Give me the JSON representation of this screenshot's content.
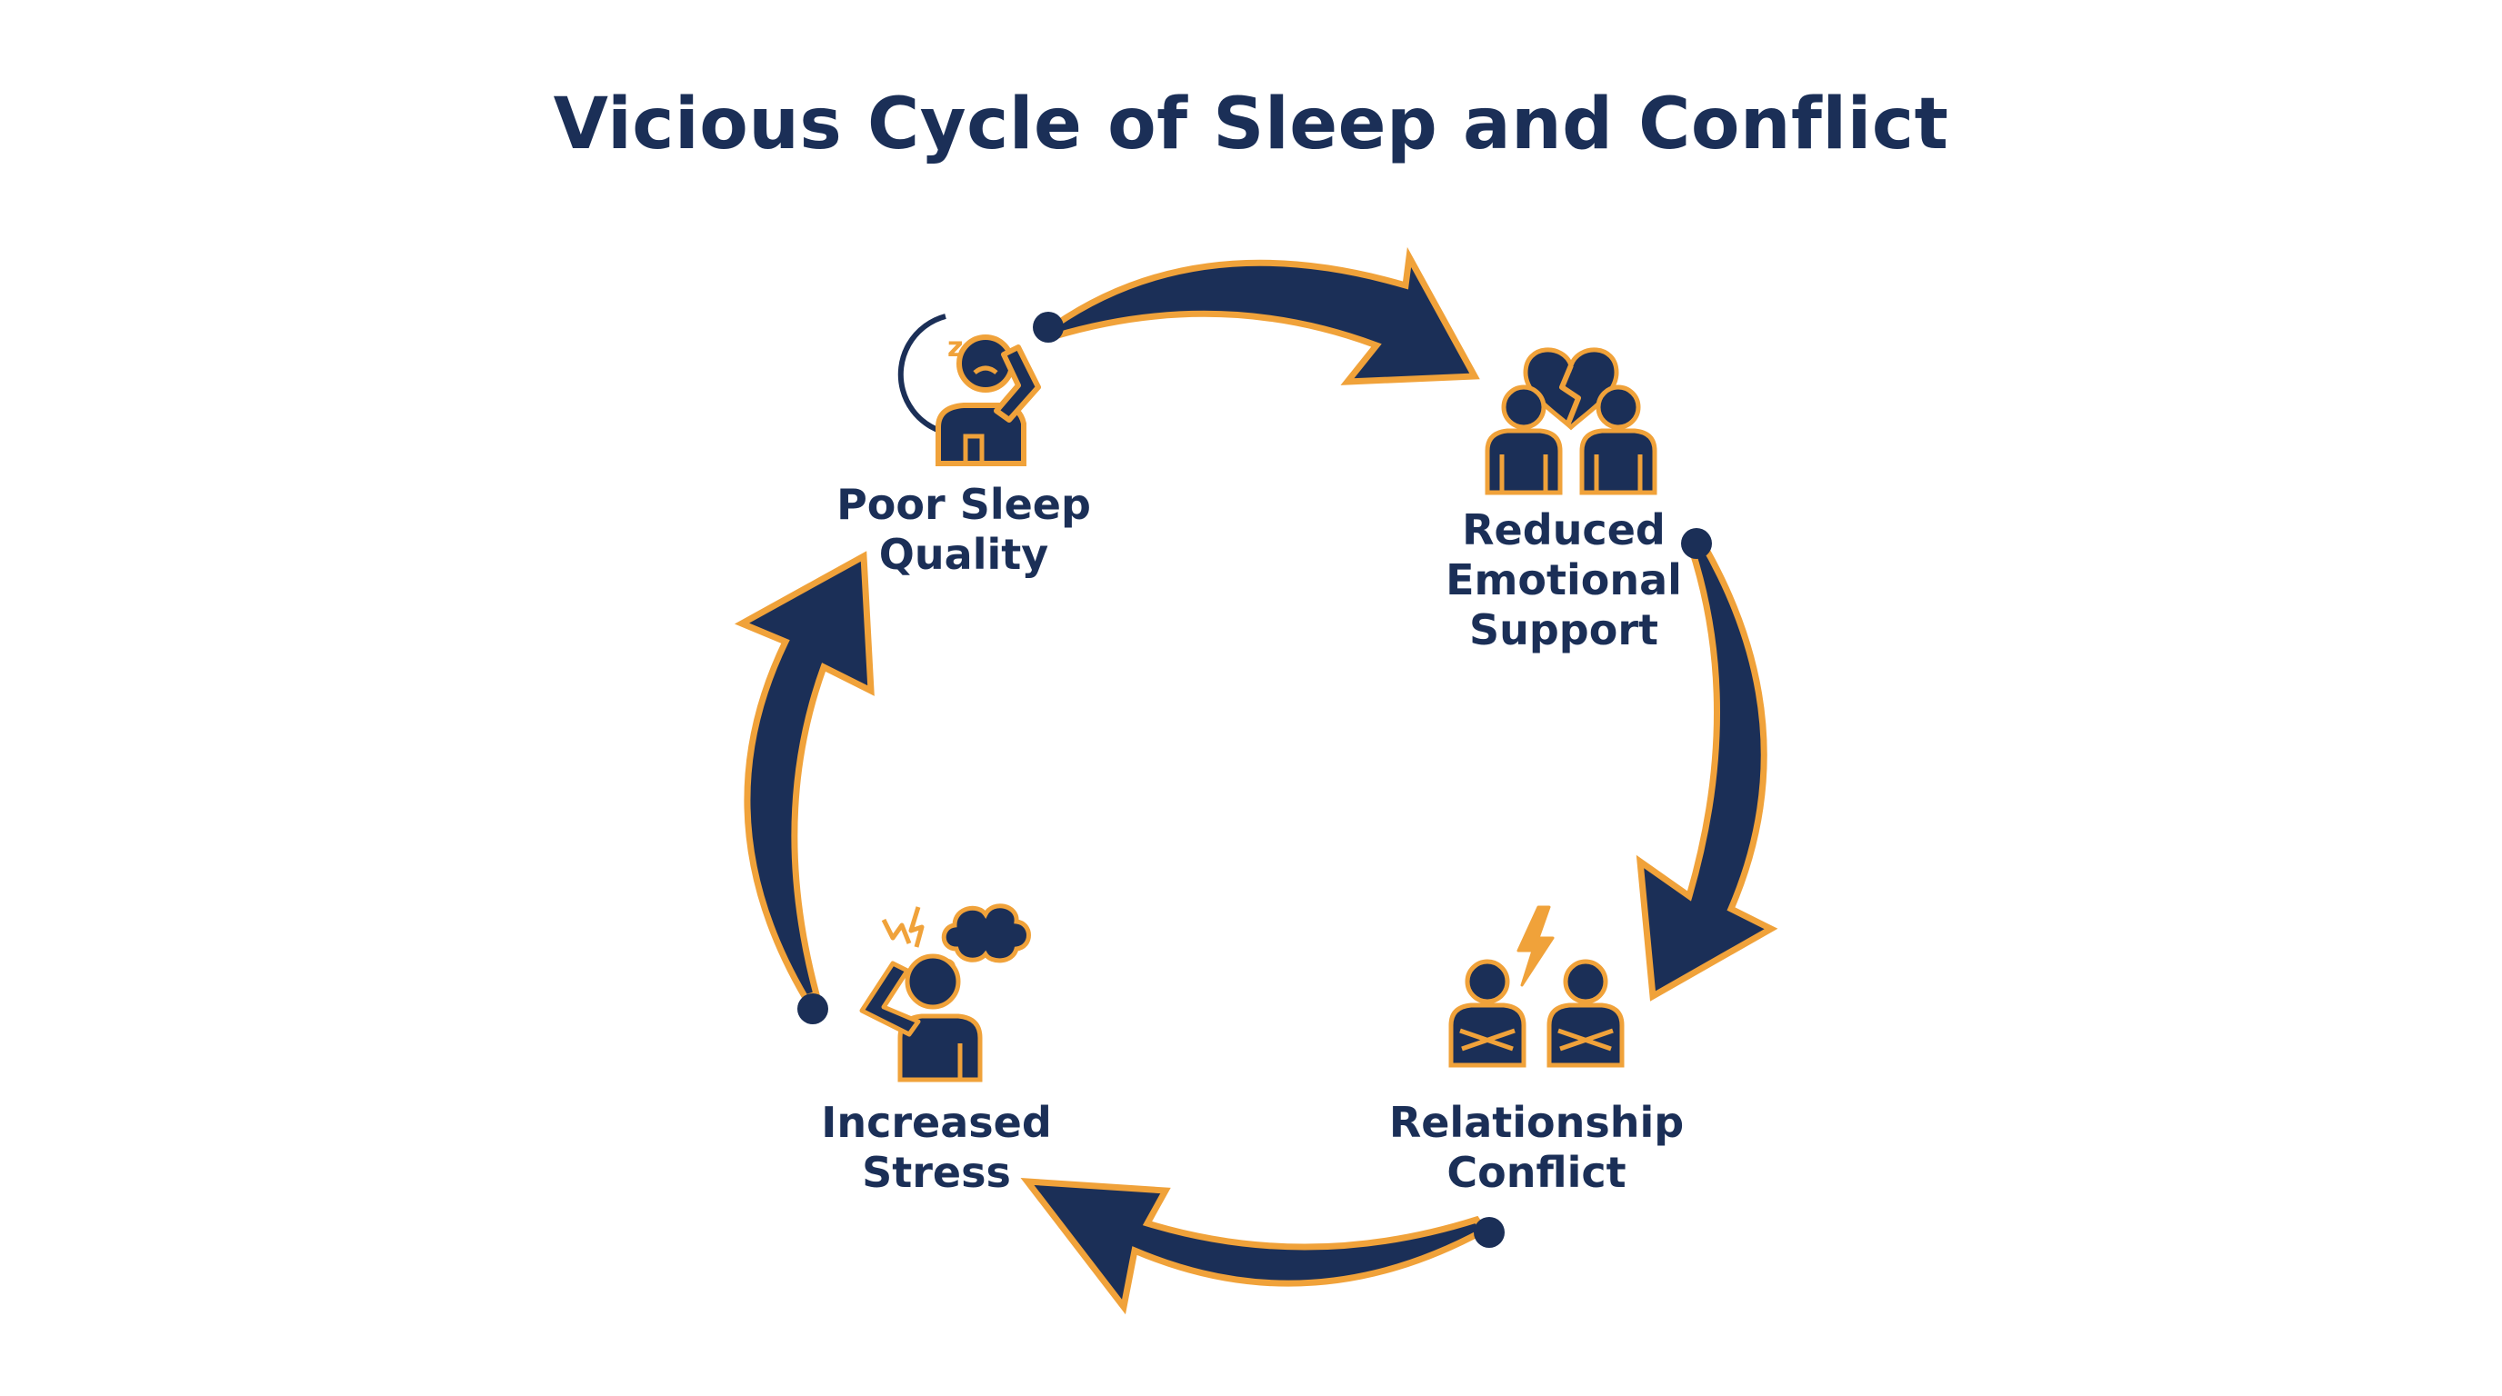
{
  "title": "Vicious Cycle of Sleep and Conflict",
  "colors": {
    "navy": "#1b2f57",
    "orange": "#f0a23a",
    "background": "#ffffff"
  },
  "nodes": [
    {
      "id": "poor-sleep",
      "icon": "sleepy-person-moon-icon",
      "lines": [
        "Poor Sleep",
        "Quality"
      ]
    },
    {
      "id": "reduced-support",
      "icon": "broken-heart-couple-icon",
      "lines": [
        "Reduced",
        "Emotional",
        "Support"
      ]
    },
    {
      "id": "relationship-conflict",
      "icon": "arguing-couple-lightning-icon",
      "lines": [
        "Relationship",
        "Conflict"
      ]
    },
    {
      "id": "increased-stress",
      "icon": "stressed-person-thought-cloud-icon",
      "lines": [
        "Increased",
        "Stress"
      ]
    }
  ],
  "arrows": [
    {
      "from": "poor-sleep",
      "to": "reduced-support"
    },
    {
      "from": "reduced-support",
      "to": "relationship-conflict"
    },
    {
      "from": "relationship-conflict",
      "to": "increased-stress"
    },
    {
      "from": "increased-stress",
      "to": "poor-sleep"
    }
  ]
}
